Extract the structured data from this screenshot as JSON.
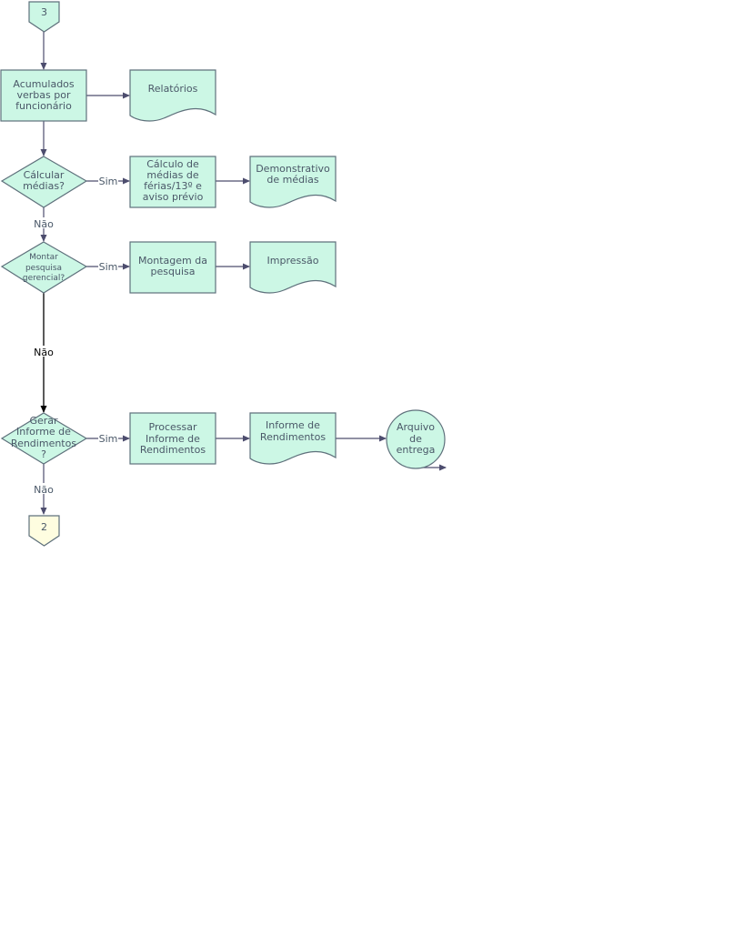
{
  "colors": {
    "process_fill": "#ccf7e5",
    "connector_2_fill": "#fefde0",
    "stroke": "#5f717c",
    "text": "#4a5868"
  },
  "connectors": {
    "top": "3",
    "bottom": "2"
  },
  "nodes": {
    "acumulados": [
      "Acumulados",
      "verbas por",
      "funcionário"
    ],
    "relatorios": [
      "Relatórios"
    ],
    "calcular_medias": [
      "Cálcular",
      "médias?"
    ],
    "calculo_medias": [
      "Cálculo de",
      "médias de",
      "férias/13º e",
      "aviso prévio"
    ],
    "demonstrativo": [
      "Demonstrativo",
      "de médias"
    ],
    "montar_pesquisa": [
      "Montar",
      "pesquisa",
      "gerencial?"
    ],
    "montagem_pesquisa": [
      "Montagem da",
      "pesquisa"
    ],
    "impressao": [
      "Impressão"
    ],
    "gerar_informe": [
      "Gerar",
      "Informe de",
      "Rendimentos",
      "?"
    ],
    "processar_informe": [
      "Processar",
      "Informe de",
      "Rendimentos"
    ],
    "informe_rendimentos": [
      "Informe de",
      "Rendimentos"
    ],
    "arquivo_entrega": [
      "Arquivo",
      "de",
      "entrega"
    ]
  },
  "edge_labels": {
    "sim": "Sim",
    "nao": "Não"
  }
}
